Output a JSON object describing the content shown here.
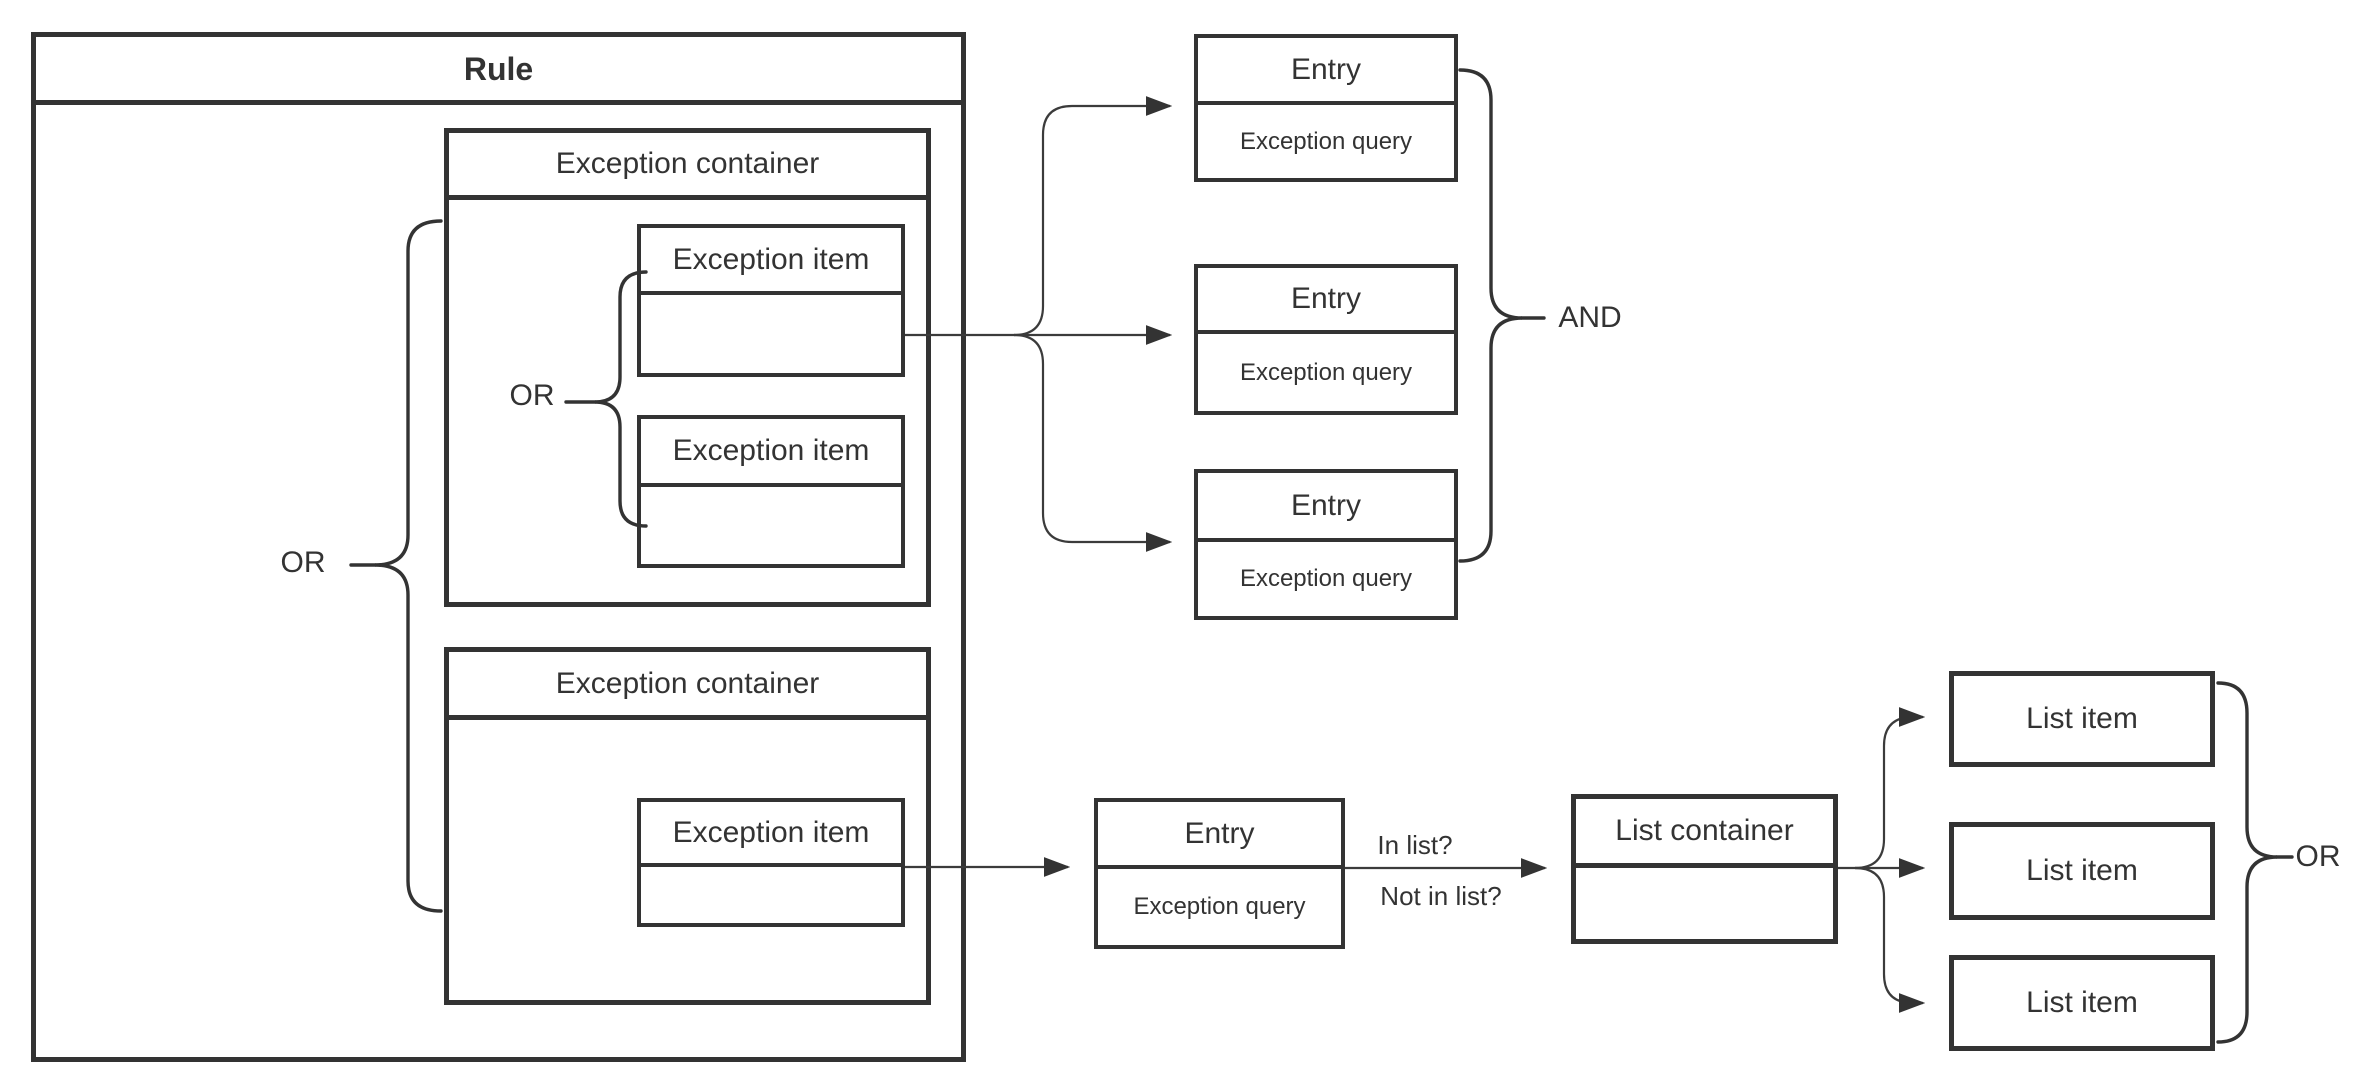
{
  "diagram": {
    "colors": {
      "stroke": "#333333",
      "text": "#333333",
      "background": "#ffffff"
    },
    "rule": {
      "title": "Rule"
    },
    "containers": [
      {
        "title": "Exception container",
        "items": [
          {
            "title": "Exception item"
          },
          {
            "title": "Exception item"
          }
        ]
      },
      {
        "title": "Exception container",
        "items": [
          {
            "title": "Exception item"
          }
        ]
      }
    ],
    "entries": [
      {
        "title": "Entry",
        "body": "Exception query"
      },
      {
        "title": "Entry",
        "body": "Exception query"
      },
      {
        "title": "Entry",
        "body": "Exception query"
      },
      {
        "title": "Entry",
        "body": "Exception query"
      }
    ],
    "list_container": {
      "title": "List container"
    },
    "list_items": [
      {
        "label": "List item"
      },
      {
        "label": "List item"
      },
      {
        "label": "List item"
      }
    ],
    "operators": {
      "outer_or": "OR",
      "inner_or": "OR",
      "entries_and": "AND",
      "list_or": "OR"
    },
    "edge_labels": {
      "in_list": "In list?",
      "not_in_list": "Not in list?"
    }
  }
}
